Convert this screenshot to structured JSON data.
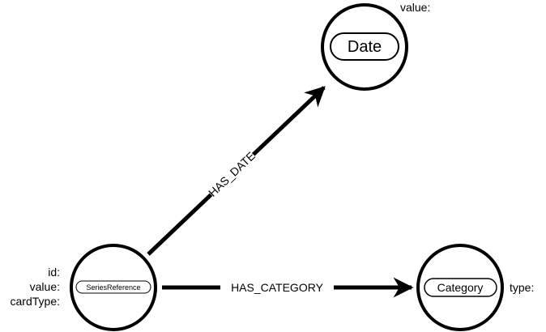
{
  "diagram": {
    "nodes": {
      "date": {
        "label": "Date",
        "properties": [
          "value:"
        ]
      },
      "series_reference": {
        "label": "SeriesReference",
        "properties": [
          "id:",
          "value:",
          "cardType:"
        ]
      },
      "category": {
        "label": "Category",
        "properties": [
          "type:"
        ]
      }
    },
    "edges": {
      "has_date": {
        "label": "HAS_DATE"
      },
      "has_category": {
        "label": "HAS_CATEGORY"
      }
    },
    "colors": {
      "stroke": "#000000",
      "fill": "#ffffff"
    }
  }
}
